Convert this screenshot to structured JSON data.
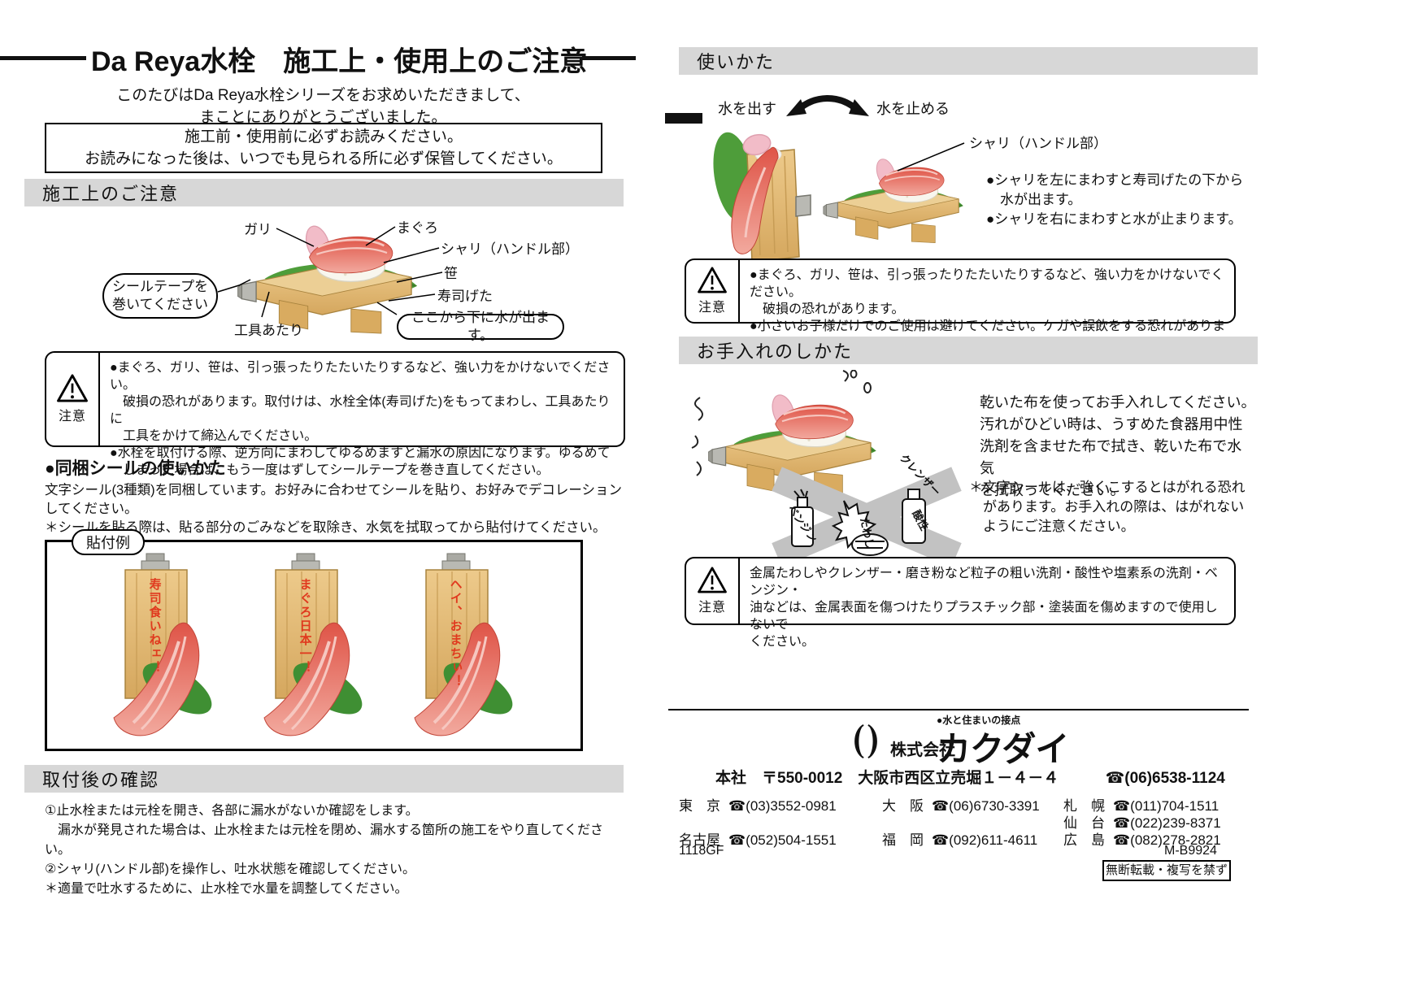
{
  "colors": {
    "sticker_red": "#e0391e",
    "bar_gray": "#d7d7d7"
  },
  "left": {
    "title": "Da Reya水栓　施工上・使用上のご注意",
    "intro": [
      "このたびはDa Reya水栓シリーズをお求めいただきまして、",
      "まことにありがとうございました。"
    ],
    "notice": [
      "施工前・使用前に必ずお読みください。",
      "お読みになった後は、いつでも見られる所に必ず保管してください。"
    ],
    "section_install": "施工上のご注意",
    "diagram": {
      "gari": "ガリ",
      "maguro": "まぐろ",
      "shari": "シャリ（ハンドル部）",
      "sasa": "笹",
      "geta": "寿司げた",
      "seal_line1": "シールテープを",
      "seal_line2": "巻いてください",
      "tool": "工具あたり",
      "water": "ここから下に水が出ます。"
    },
    "caution_label": "注意",
    "caution1": [
      "●まぐろ、ガリ、笹は、引っ張ったりたたいたりするなど、強い力をかけないでください。",
      "　破損の恐れがあります。取付けは、水栓全体(寿司げた)をもってまわし、工具あたりに",
      "　工具をかけて締込んでください。",
      "●水栓を取付ける際、逆方向にまわしてゆるめますと漏水の原因になります。ゆるめて",
      "　しまった場合は、もう一度はずしてシールテープを巻き直してください。"
    ],
    "seal_heading": "●同梱シールの使いかた",
    "seal_text": [
      "文字シール(3種類)を同梱しています。お好みに合わせてシールを貼り、お好みでデコレーション",
      "してください。",
      "＊シールを貼る際は、貼る部分のごみなどを取除き、水気を拭取ってから貼付けてください。"
    ],
    "example_label": "貼付例",
    "stickers": [
      "寿司食いねェ！",
      "まぐろ日本一！",
      "ヘイ、おまちぃ！"
    ],
    "section_check": "取付後の確認",
    "check_list": [
      "①止水栓または元栓を開き、各部に漏水がないか確認をします。",
      "　漏水が発見された場合は、止水栓または元栓を閉め、漏水する箇所の施工をやり直してください。",
      "②シャリ(ハンドル部)を操作し、吐水状態を確認してください。",
      "＊適量で吐水するために、止水栓で水量を調整してください。"
    ]
  },
  "right": {
    "section_use": "使いかた",
    "use": {
      "open": "水を出す",
      "close": "水を止める",
      "shari": "シャリ（ハンドル部）",
      "bullets": [
        "●シャリを左にまわすと寿司げたの下から",
        "　水が出ます。",
        "●シャリを右にまわすと水が止まります。"
      ]
    },
    "caution_label": "注意",
    "caution2": [
      "●まぐろ、ガリ、笹は、引っ張ったりたたいたりするなど、強い力をかけないでください。",
      "　破損の恐れがあります。",
      "●小さいお子様だけでのご使用は避けてください。ケガや誤飲をする恐れがあります。"
    ],
    "section_care": "お手入れのしかた",
    "care_text": [
      "乾いた布を使ってお手入れしてください。",
      "汚れがひどい時は、うすめた食器用中性",
      "洗剤を含ませた布で拭き、乾いた布で水気",
      "を拭取ってください。"
    ],
    "care_note": [
      "＊文字シールは、強くこするとはがれる恐れ",
      "　があります。お手入れの際は、はがれない",
      "　ようにご注意ください。"
    ],
    "ng_labels": [
      "ベンジン",
      "たわし",
      "酸性",
      "クレンザー"
    ],
    "caution3": [
      "金属たわしやクレンザー・磨き粉など粒子の粗い洗剤・酸性や塩素系の洗剤・ベンジン・",
      "油などは、金属表面を傷つけたりプラスチック部・塗装面を傷めますので使用しないで",
      "ください。"
    ],
    "footer": {
      "tagline": "●水と住まいの接点",
      "company_prefix": "株式会社",
      "company_name": "カクダイ",
      "head_office": "本社　〒550-0012　大阪市西区立売堀１－４－４",
      "head_tel": "☎(06)6538-1124",
      "branches": [
        {
          "name": "東　京",
          "tel": "☎(03)3552-0981"
        },
        {
          "name": "大　阪",
          "tel": "☎(06)6730-3391"
        },
        {
          "name": "札　幌",
          "tel": "☎(011)704-1511"
        },
        {
          "name": "仙　台",
          "tel": "☎(022)239-8371"
        },
        {
          "name": "名古屋",
          "tel": "☎(052)504-1551"
        },
        {
          "name": "福　岡",
          "tel": "☎(092)611-4611"
        },
        {
          "name": "広　島",
          "tel": "☎(082)278-2821"
        }
      ],
      "code": "1118GF",
      "doc_number": "M-B9924",
      "copyright": "無断転載・複写を禁ず"
    }
  }
}
